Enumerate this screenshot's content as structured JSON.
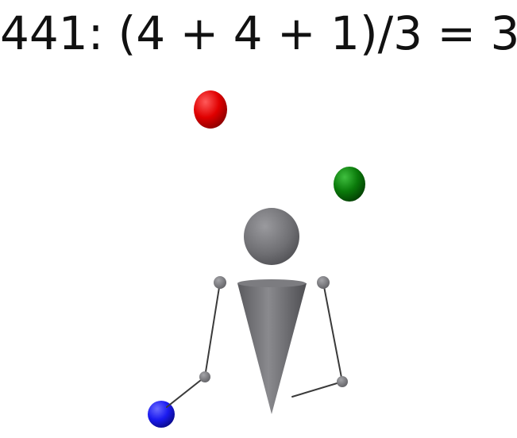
{
  "title": "441: (4 + 4 + 1)/3 = 3",
  "balls": [
    {
      "name": "red-ball",
      "color": "#e00000"
    },
    {
      "name": "green-ball",
      "color": "#0a7a0a"
    },
    {
      "name": "blue-ball",
      "color": "#1a1af0"
    }
  ],
  "figure": {
    "body_color": "#6f6f73",
    "limb_color": "#3a3a3a"
  }
}
